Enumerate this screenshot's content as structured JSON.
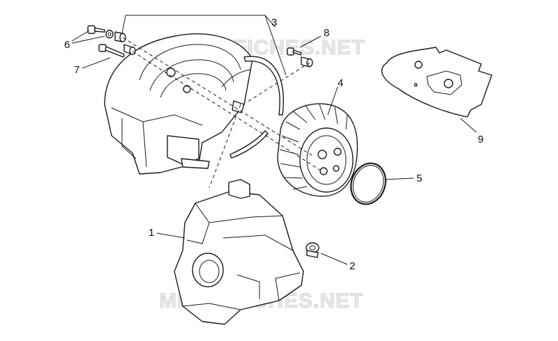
{
  "watermarks": {
    "top": "MICROFICHES.NET",
    "bottom": "MICROFICHES.NET"
  },
  "callouts": {
    "c1": "1",
    "c2": "2",
    "c3": "3",
    "c4": "4",
    "c5": "5",
    "c6": "6",
    "c7": "7",
    "c8": "8",
    "c9": "9"
  },
  "colors": {
    "line": "#1a1a1a",
    "watermark_fill": "#e9e9e9",
    "watermark_stroke": "#cfcfcf",
    "background": "#ffffff"
  }
}
